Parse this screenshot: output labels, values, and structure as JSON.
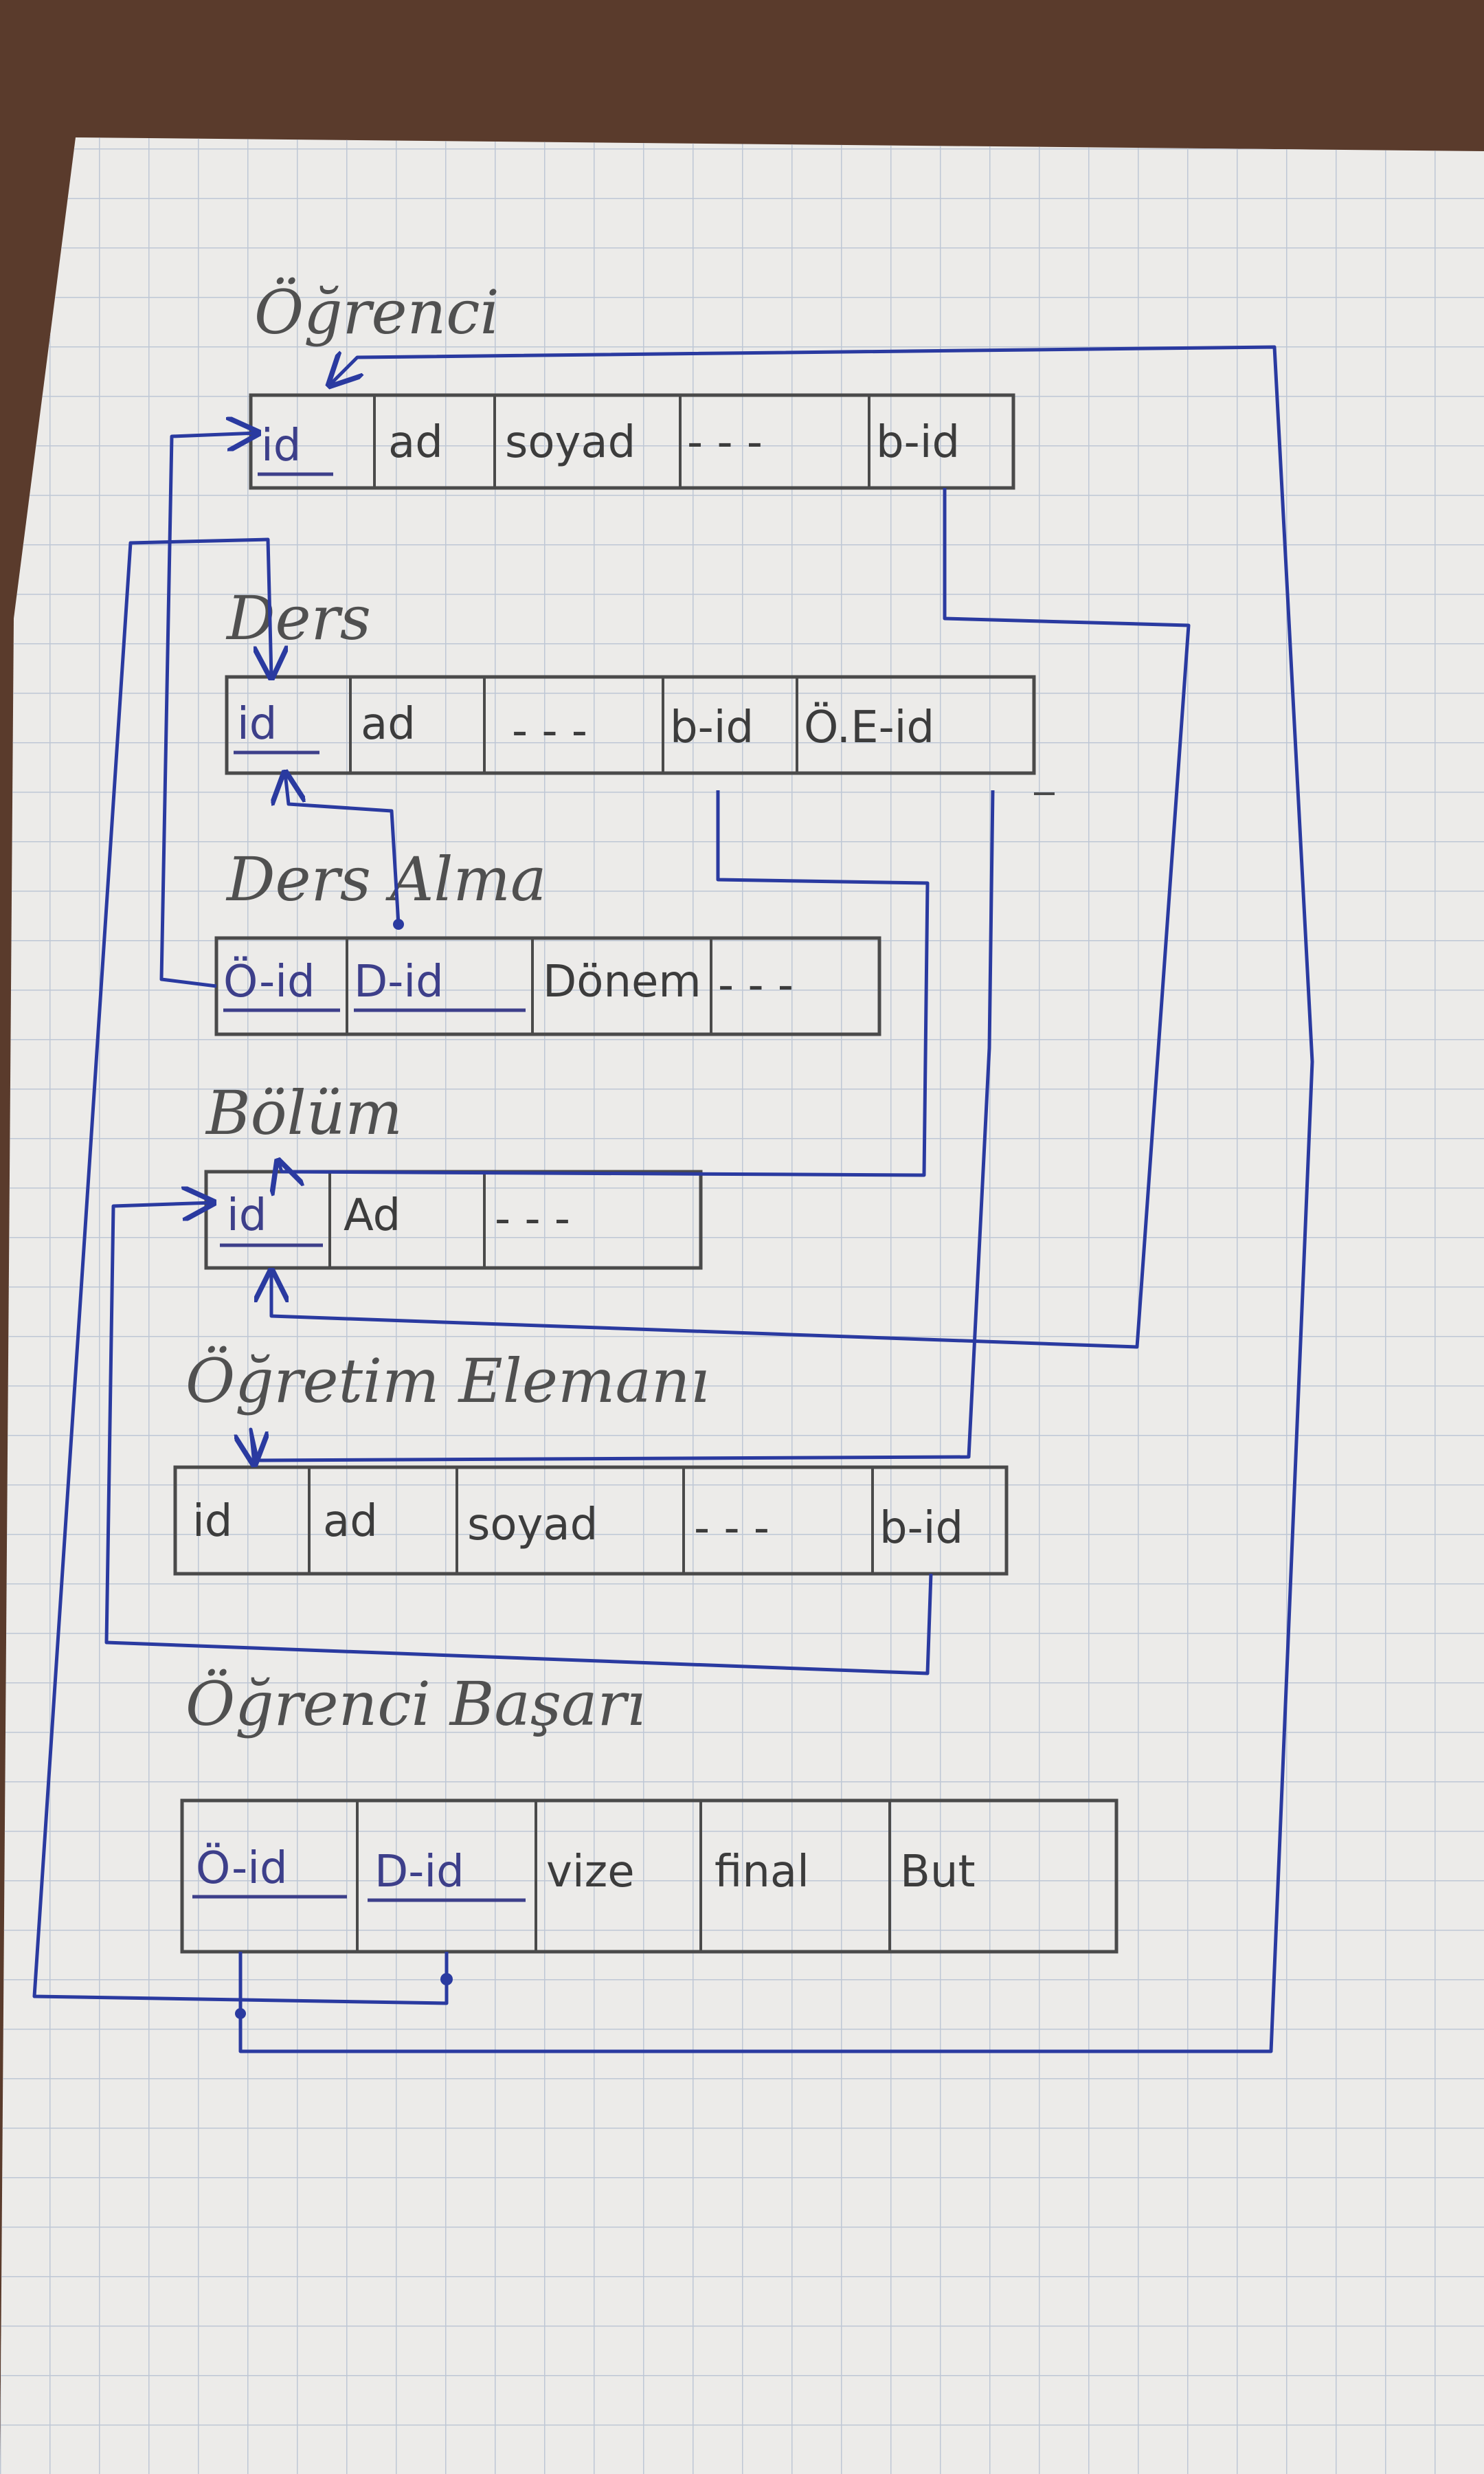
{
  "tables": [
    {
      "title": "Öğrenci",
      "fields": [
        "id",
        "ad",
        "soyad",
        "- - -",
        "b-id"
      ],
      "key_fields": [
        0
      ]
    },
    {
      "title": "Ders",
      "fields": [
        "id",
        "ad",
        "- - -",
        "b-id",
        "Ö.E-id"
      ],
      "key_fields": [
        0
      ]
    },
    {
      "title": "Ders Alma",
      "fields": [
        "Ö-id",
        "D-id",
        "Dönem",
        "- - -"
      ],
      "key_fields": [
        0,
        1
      ]
    },
    {
      "title": "Bölüm",
      "fields": [
        "id",
        "Ad",
        "- - -"
      ],
      "key_fields": [
        0
      ]
    },
    {
      "title": "Öğretim Elemanı",
      "fields": [
        "id",
        "ad",
        "soyad",
        "- - -",
        "b-id"
      ],
      "key_fields": []
    },
    {
      "title": "Öğrenci Başarı",
      "fields": [
        "Ö-id",
        "D-id",
        "vize",
        "final",
        "But"
      ],
      "key_fields": [
        0,
        1
      ]
    }
  ],
  "colors": {
    "paper": "#ecebe9",
    "grid": "#b9c3d3",
    "pencil": "#4a4a4a",
    "ink": "#2a3aa0"
  }
}
